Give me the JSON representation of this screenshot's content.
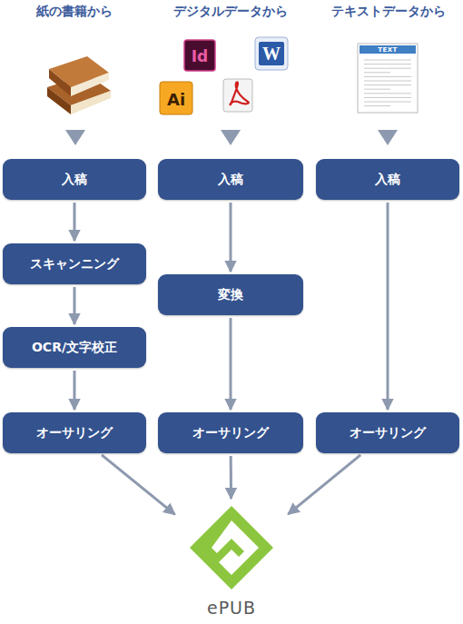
{
  "diagram": {
    "nodes": [
      {
        "text": [
          "入稿"
        ]
      },
      {
        "text": [
          "入稿"
        ]
      },
      {
        "text": [
          "入稿"
        ]
      },
      {
        "text": [
          "スキャンニング"
        ]
      },
      {
        "text": [
          "変換"
        ]
      },
      {
        "text": [
          "OCR/文字校正"
        ]
      },
      {
        "text": [
          "オーサリング"
        ]
      },
      {
        "text": [
          "オーサリング"
        ]
      },
      {
        "text": [
          "オーサリング"
        ]
      },
      {
        "text": [
          "ePUB"
        ]
      }
    ],
    "edges": [
      {
        "from": 0,
        "to": 3,
        "arrow": "to"
      },
      {
        "from": 3,
        "to": 5,
        "arrow": "to"
      },
      {
        "from": 5,
        "to": 6,
        "arrow": "to"
      },
      {
        "from": 1,
        "to": 4,
        "arrow": "to"
      },
      {
        "from": 4,
        "to": 7,
        "arrow": "to"
      },
      {
        "from": 2,
        "to": 8,
        "arrow": "to"
      },
      {
        "from": 6,
        "to": 9,
        "arrow": "to"
      },
      {
        "from": 7,
        "to": 9,
        "arrow": "to"
      },
      {
        "from": 8,
        "to": 9,
        "arrow": "to"
      }
    ],
    "labels": [
      "紙の書籍から",
      "デジタルデータから",
      "テキストデータから",
      "Id",
      "W",
      "Ai",
      "TEXT"
    ]
  }
}
